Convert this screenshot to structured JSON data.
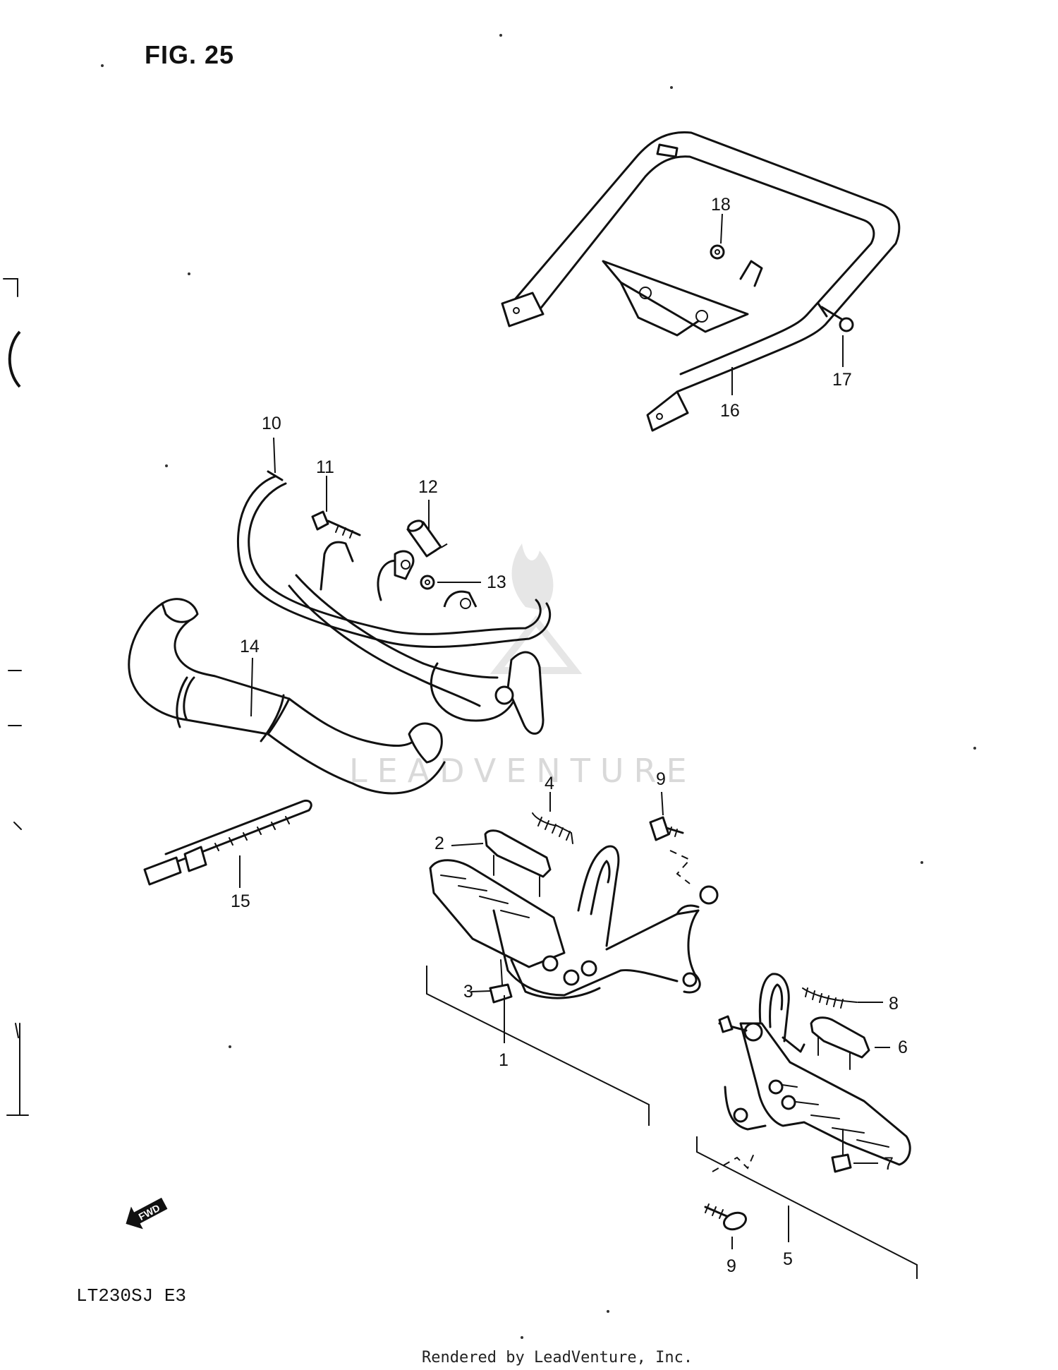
{
  "figure": {
    "title": "FIG. 25",
    "model": "LT230SJ  E3",
    "credit": "Rendered by LeadVenture, Inc.",
    "watermark": "LEADVENTURE",
    "fwd_label": "FWD"
  },
  "callouts": {
    "c1": "1",
    "c2": "2",
    "c3": "3",
    "c4": "4",
    "c5": "5",
    "c6": "6",
    "c7": "7",
    "c8": "8",
    "c9a": "9",
    "c9b": "9",
    "c10": "10",
    "c11": "11",
    "c12": "12",
    "c13": "13",
    "c14": "14",
    "c15": "15",
    "c16": "16",
    "c17": "17",
    "c18": "18"
  },
  "colors": {
    "ink": "#111111",
    "watermark": "#d9d9d9"
  }
}
